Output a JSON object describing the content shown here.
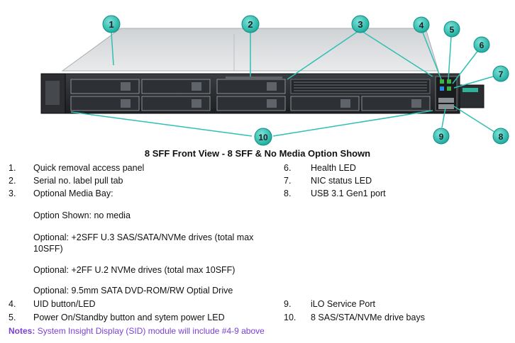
{
  "figure": {
    "callouts": [
      "1",
      "2",
      "3",
      "4",
      "5",
      "6",
      "7",
      "8",
      "9",
      "10"
    ]
  },
  "caption": "8 SFF Front View - 8 SFF & No Media Option Shown",
  "left_list": [
    {
      "num": "1.",
      "text": "Quick removal access panel"
    },
    {
      "num": "2.",
      "text": "Serial no. label pull tab"
    },
    {
      "num": "3.",
      "text": "Optional Media Bay:"
    },
    {
      "num": "",
      "text": "Option Shown: no media"
    },
    {
      "num": "",
      "text": "Optional: +2SFF U.3 SAS/SATA/NVMe drives (total max 10SFF)"
    },
    {
      "num": "",
      "text": "Optional: +2FF U.2 NVMe drives (total max 10SFF)"
    },
    {
      "num": "",
      "text": "Optional: 9.5mm SATA DVD-ROM/RW Optial Drive"
    },
    {
      "num": "4.",
      "text": "UID button/LED"
    },
    {
      "num": "5.",
      "text": "Power On/Standby button and sytem power LED"
    }
  ],
  "right_list": [
    {
      "num": "6.",
      "text": "Health LED"
    },
    {
      "num": "7.",
      "text": "NIC status LED"
    },
    {
      "num": "8.",
      "text": "USB 3.1 Gen1 port"
    },
    {
      "num": "9.",
      "text": "iLO Service Port"
    },
    {
      "num": "10.",
      "text": "8 SAS/STA/NVMe drive bays"
    }
  ],
  "notes": {
    "label": "Notes:",
    "text": "System Insight Display (SID) module will include #4-9 above"
  },
  "colors": {
    "callout_fill": "#27c3b6",
    "notes": "#7b3fd9"
  }
}
